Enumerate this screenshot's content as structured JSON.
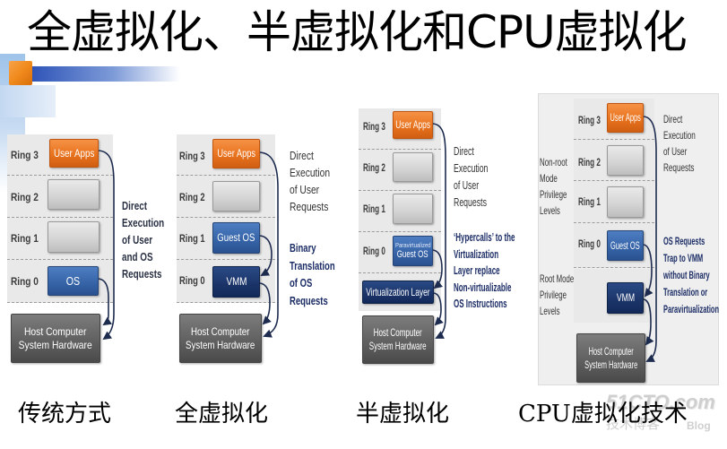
{
  "title": "全虚拟化、半虚拟化和CPU虚拟化",
  "colors": {
    "orange": "#e8731e",
    "blue": "#3563a6",
    "navy": "#1b3468",
    "grey": "#d3d3d3",
    "hardware": "#5e5e5e",
    "arrow": "#1d2b4f",
    "note_navy": "#1c2d66",
    "decor_blue": "#2f55b8",
    "decor_orange": "#f08a1c"
  },
  "diagrams": [
    {
      "caption": "传统方式",
      "ring_labels": [
        "Ring 3",
        "Ring 2",
        "Ring 1",
        "Ring 0"
      ],
      "ring3_box": "User Apps",
      "ring0_box": "OS",
      "hardware": "Host Computer\nSystem Hardware",
      "note": "Direct\nExecution\nof User\nand OS\nRequests"
    },
    {
      "caption": "全虚拟化",
      "ring_labels": [
        "Ring 3",
        "Ring 2",
        "Ring 1",
        "Ring 0"
      ],
      "ring3_box": "User Apps",
      "ring1_box": "Guest OS",
      "ring0_box": "VMM",
      "hardware": "Host Computer\nSystem Hardware",
      "note_user": "Direct\nExecution\nof User\nRequests",
      "note_os": "Binary\nTranslation\nof OS\nRequests"
    },
    {
      "caption": "半虚拟化",
      "ring_labels": [
        "Ring 3",
        "Ring 2",
        "Ring 1",
        "Ring 0"
      ],
      "ring3_box": "User Apps",
      "ring0_box_small": "Paravirtualized",
      "ring0_box": "Guest OS",
      "virtualization_layer": "Virtualization Layer",
      "hardware": "Host Computer\nSystem Hardware",
      "note_user": "Direct\nExecution\nof User\nRequests",
      "note_os": "‘Hypercalls’ to the\nVirtualization\nLayer replace\nNon-virtualizable\nOS Instructions"
    },
    {
      "caption": "CPU虚拟化技术",
      "non_root_label": "Non-root\nMode\nPrivilege\nLevels",
      "root_label": "Root Mode\nPrivilege\nLevels",
      "ring_labels": [
        "Ring 3",
        "Ring 2",
        "Ring 1",
        "Ring 0"
      ],
      "ring3_box": "User Apps",
      "ring0_box": "Guest OS",
      "root_box": "VMM",
      "hardware": "Host Computer\nSystem Hardware",
      "note_user": "Direct\nExecution\nof User\nRequests",
      "note_os": "OS Requests\nTrap to VMM\nwithout Binary\nTranslation or\nParavirtualization"
    }
  ],
  "watermark": {
    "site": "51CTO.com",
    "blog_cn": "技术博客",
    "blog_en": "Blog"
  }
}
